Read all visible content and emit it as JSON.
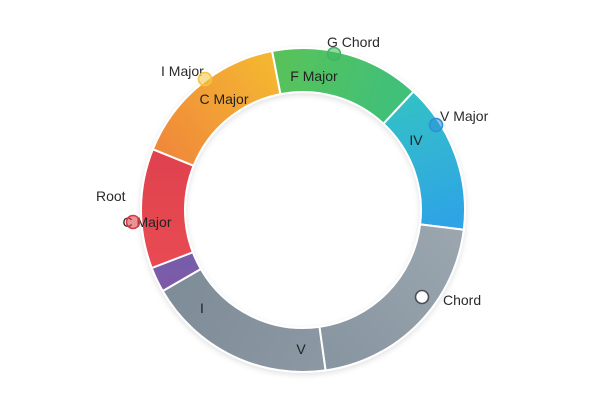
{
  "wheel": {
    "segments": [
      {
        "label": "C Major",
        "color_from": "#f08a3a",
        "color_to": "#f4b632"
      },
      {
        "label": "F Major",
        "color_from": "#58c25a",
        "color_to": "#3fc07a"
      },
      {
        "label": "IV",
        "color_from": "#33bfc8",
        "color_to": "#2ea3e6"
      },
      {
        "label": "",
        "color_from": "#9aa5ae",
        "color_to": "#8896a1"
      },
      {
        "label": "V",
        "color_from": "#8b97a3",
        "color_to": "#7f8d99"
      },
      {
        "label": "I",
        "color_from": "#7d5aa8",
        "color_to": "#5566b6"
      },
      {
        "label": "C Major",
        "color_from": "#e84a52",
        "color_to": "#e0424f"
      }
    ],
    "outer_labels": {
      "i_major": "I Major",
      "g_chord": "G Chord",
      "v_major": "V Major",
      "root": "Root",
      "chord": "Chord"
    },
    "handles": [
      {
        "name": "handle-c-major-top",
        "color": "#f4c542"
      },
      {
        "name": "handle-g-chord",
        "color": "#3fb660"
      },
      {
        "name": "handle-v-major",
        "color": "#2e8fd8"
      },
      {
        "name": "handle-root",
        "color": "#d8383f"
      },
      {
        "name": "handle-chord",
        "color": "#ffffff"
      }
    ]
  }
}
